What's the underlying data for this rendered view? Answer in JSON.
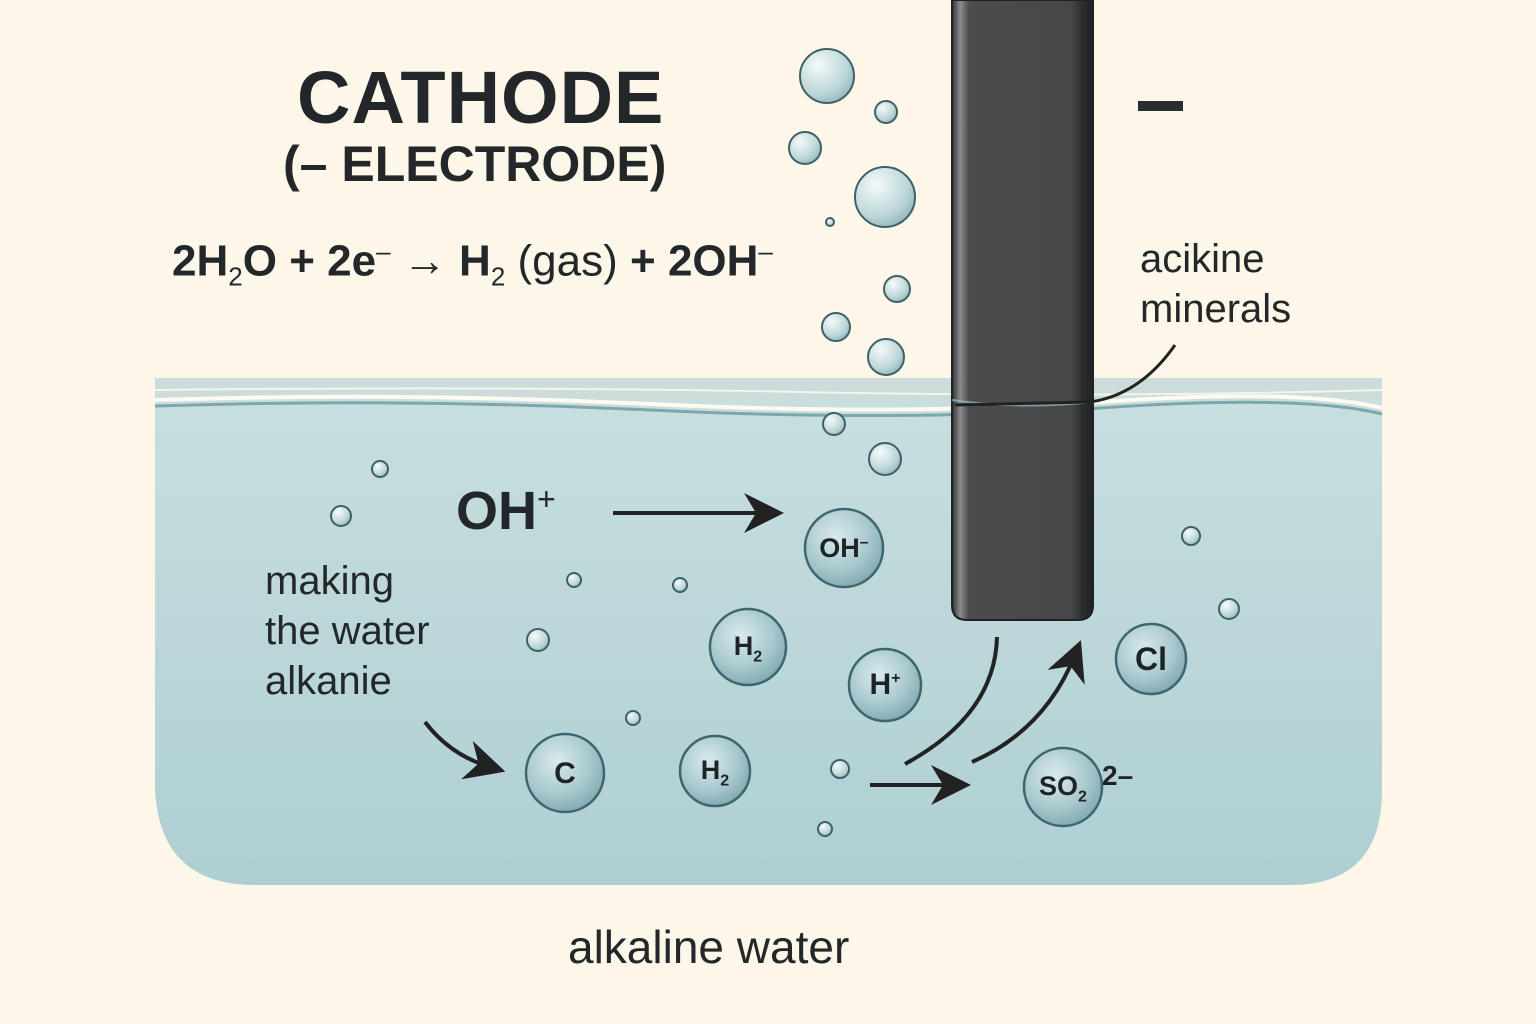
{
  "title": "CATHODE",
  "subtitle": "(– ELECTRODE)",
  "polarity_sign": "–",
  "equation": {
    "reactant1_coef": "2",
    "reactant1_a": "H",
    "reactant1_sub": "2",
    "reactant1_b": "O",
    "plus1": "+",
    "reactant2": "2e",
    "reactant2_sup": "–",
    "arrow": "→",
    "product1": "H",
    "product1_sub": "2",
    "product1_state": "(gas)",
    "plus2": "+",
    "product2": "2OH",
    "product2_sup": "–"
  },
  "labels": {
    "minerals_line1": "acikine",
    "minerals_line2": "minerals",
    "oh_plus": "OH",
    "oh_plus_sup": "+",
    "making_line1": "making",
    "making_line2": "the water",
    "making_line3": "alkanie",
    "bottom": "alkaline water"
  },
  "ions": [
    {
      "id": "oh-minus",
      "base": "OH",
      "sup": "–",
      "sub": ""
    },
    {
      "id": "h2-upper",
      "base": "H",
      "sup": "",
      "sub": "2"
    },
    {
      "id": "h-plus",
      "base": "H",
      "sup": "+",
      "sub": ""
    },
    {
      "id": "cl",
      "base": "Cl",
      "sup": "",
      "sub": ""
    },
    {
      "id": "c",
      "base": "C",
      "sup": "",
      "sub": ""
    },
    {
      "id": "h2-lower",
      "base": "H",
      "sup": "",
      "sub": "2"
    },
    {
      "id": "so2",
      "base": "SO",
      "sup": "",
      "sub": "2",
      "charge": "2–"
    }
  ],
  "colors": {
    "background": "#fdf7ea",
    "water": "#c6dfe0",
    "water_edge": "#8fb8bd",
    "electrode": "#3d3f40",
    "text": "#24272a",
    "ion_fill": "#a9c9ce",
    "ion_stroke": "#3e6670"
  }
}
